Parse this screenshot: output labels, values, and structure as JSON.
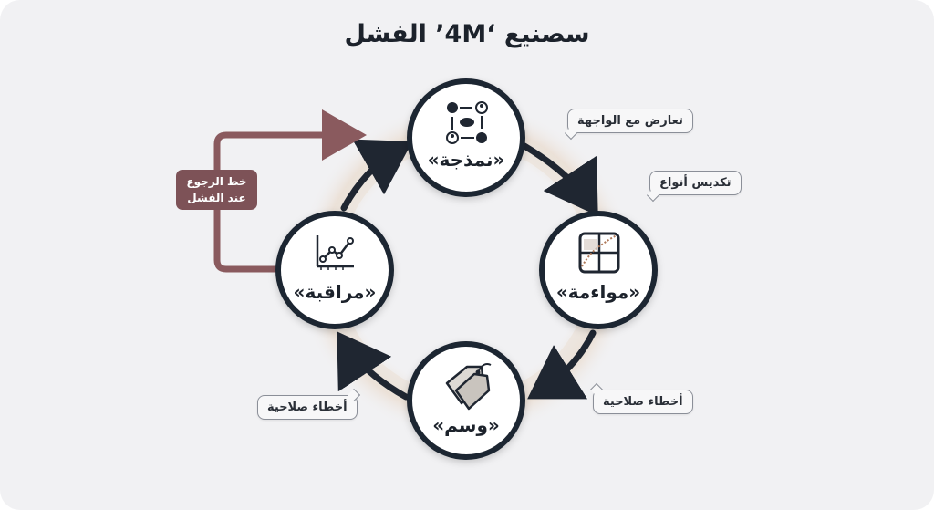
{
  "title": "سصنيع ‘4M’ الفشل",
  "nodes": {
    "top": {
      "label": "«نمذجة»",
      "icon": "network-people-icon"
    },
    "right": {
      "label": "«مواءمة»",
      "icon": "map-grid-icon"
    },
    "bottom": {
      "label": "«وسم»",
      "icon": "price-tags-icon"
    },
    "left": {
      "label": "«مراقبة»",
      "icon": "line-chart-icon"
    }
  },
  "callouts": {
    "top_right": "تعارض مع الواجهة",
    "right_upper": "تكديس أنواع",
    "bottom_right": "أخطاء صلاحية",
    "bottom_left": "أخطاء صلاحية"
  },
  "rollback": {
    "line1": "خط الرجوع",
    "line2": "عند الفشل"
  },
  "colors": {
    "node_border": "#1f2631",
    "arrow": "#1f2631",
    "rollback": "#7d5257",
    "ring_glow": "#e9dcd1"
  }
}
